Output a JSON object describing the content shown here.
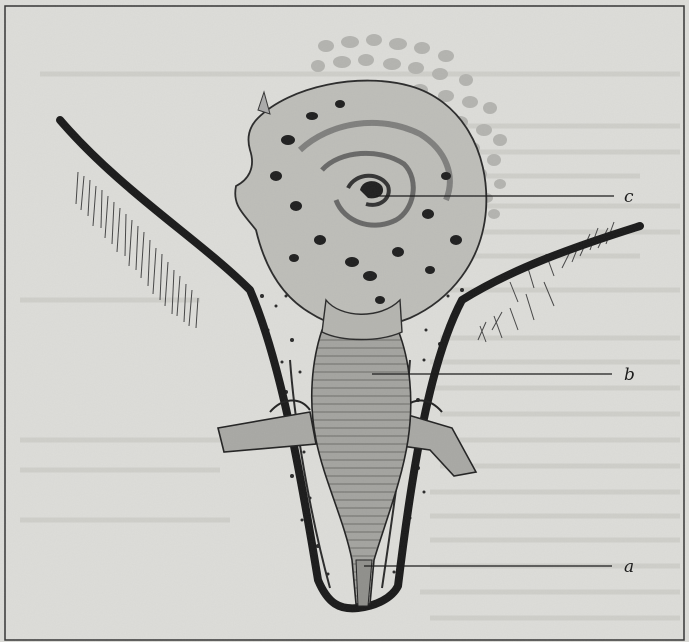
{
  "figure": {
    "labels": {
      "c": "c",
      "b": "b",
      "a": "a"
    },
    "colors": {
      "paper": "#dcdcd8",
      "ink": "#1d1d1d",
      "tissue": "#a9a9a5",
      "tissue_light": "#c4c4c0",
      "bleed_text": "#c9c9c5"
    }
  }
}
